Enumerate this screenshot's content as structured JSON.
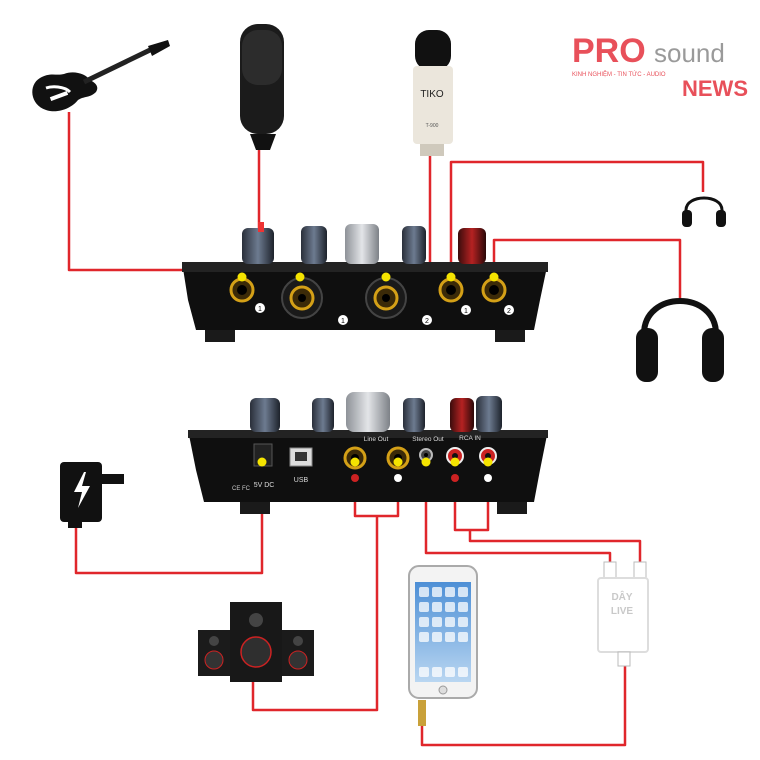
{
  "logo": {
    "pro": "PRO",
    "sound": "sound",
    "tagline": "KINH NGHIỆM - TIN TỨC - AUDIO",
    "news": "NEWS"
  },
  "mic_brand": "TIKO",
  "mic_model": "T-900",
  "front_panel": {
    "guitar_jack_number": "1",
    "mic1_number": "1",
    "mic2_number": "2",
    "headphone1_number": "1",
    "headphone2_number": "2"
  },
  "rear_panel": {
    "power_label": "5V DC",
    "usb_label": "USB",
    "line_out_label": "Line Out",
    "stereo_out_label": "Stereo Out",
    "rca_in_label": "RCA IN",
    "cert_marks": "CE FC"
  },
  "live_cable": {
    "line1": "DÂY",
    "line2": "LIVE"
  },
  "colors": {
    "cable": "#e0262b",
    "connector": "#f5e400",
    "device": "#121212",
    "logo_red": "#e8505a"
  }
}
